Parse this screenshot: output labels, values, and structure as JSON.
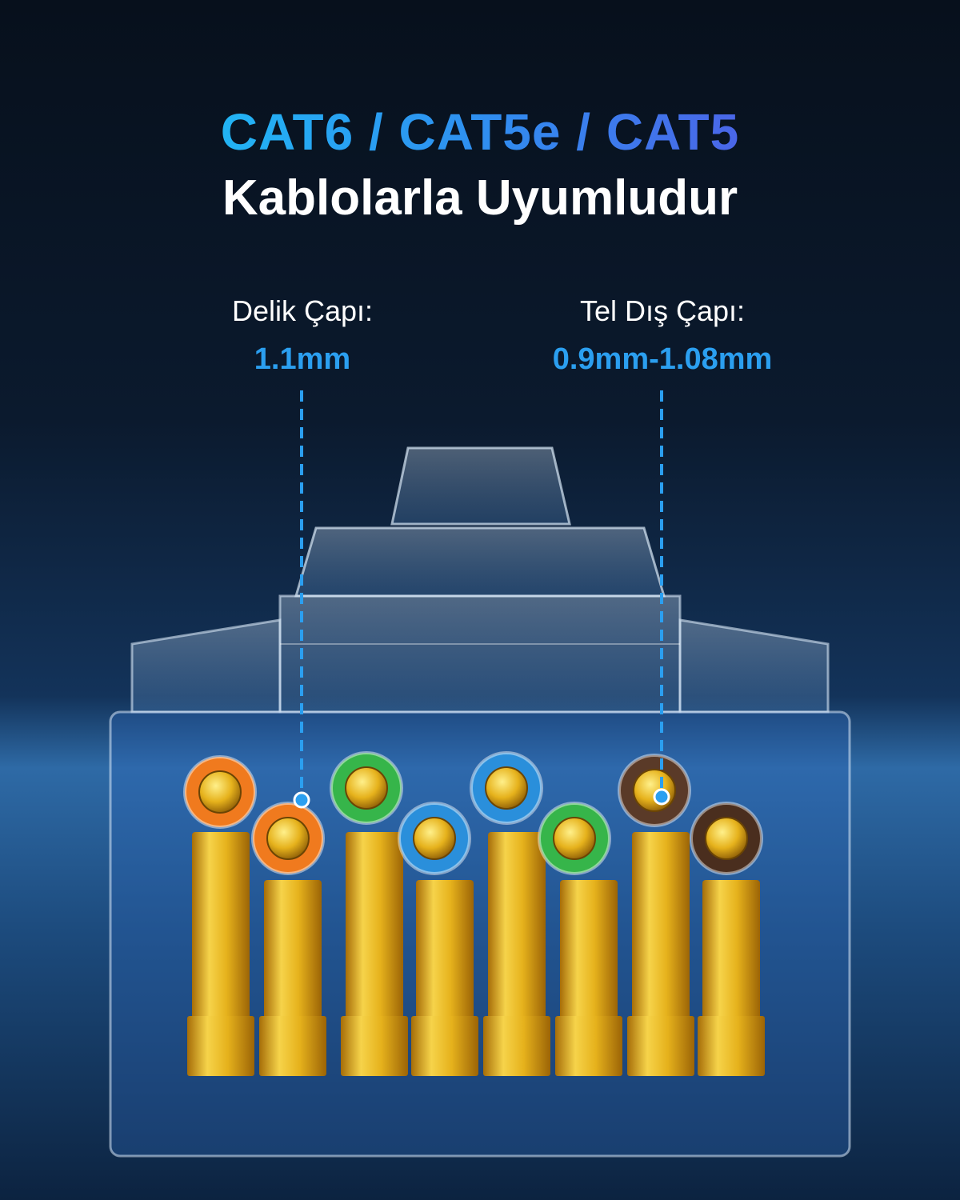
{
  "headline": {
    "compat_types": "CAT6 / CAT5e / CAT5",
    "compat_text": "Kablolarla Uyumludur"
  },
  "specs": {
    "hole": {
      "label": "Delik Çapı:",
      "value": "1.1mm"
    },
    "wire": {
      "label": "Tel Dış Çapı:",
      "value": "0.9mm-1.08mm"
    }
  },
  "colors": {
    "accent": "#2b9ff0",
    "gold": "#e8b820"
  },
  "wires": [
    {
      "color": "#f07a1e"
    },
    {
      "color": "#f07a1e"
    },
    {
      "color": "#36b54a"
    },
    {
      "color": "#2a8fdb"
    },
    {
      "color": "#2a8fdb"
    },
    {
      "color": "#36b54a"
    },
    {
      "color": "#5a3a28"
    },
    {
      "color": "#4a2e1e"
    }
  ]
}
